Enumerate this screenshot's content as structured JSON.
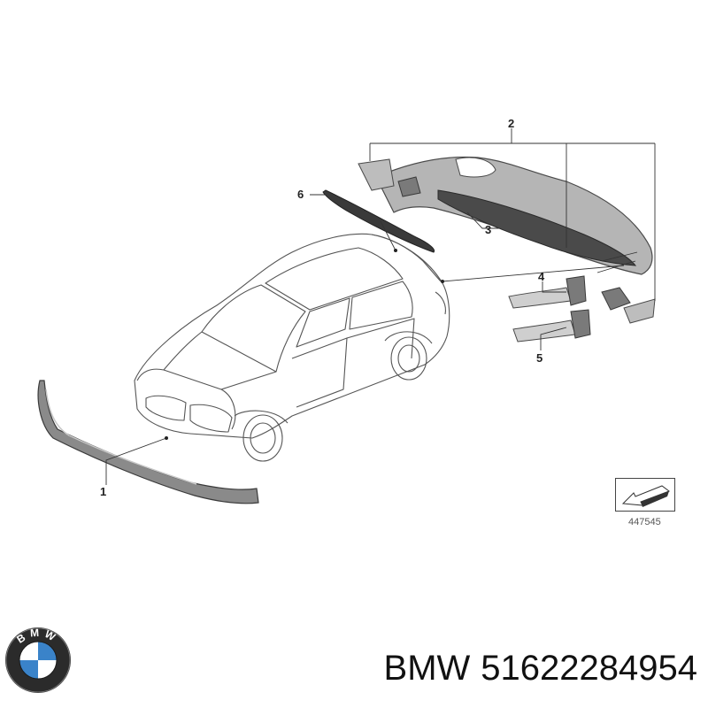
{
  "diagram": {
    "callouts": {
      "one": "1",
      "two": "2",
      "three": "3",
      "four": "4",
      "five": "5",
      "six": "6"
    },
    "reference_number": "447545"
  },
  "logo": {
    "icon": "bmw-roundel-icon",
    "letters": "BMW"
  },
  "caption": {
    "brand": "BMW",
    "part_number": "51622284954"
  }
}
